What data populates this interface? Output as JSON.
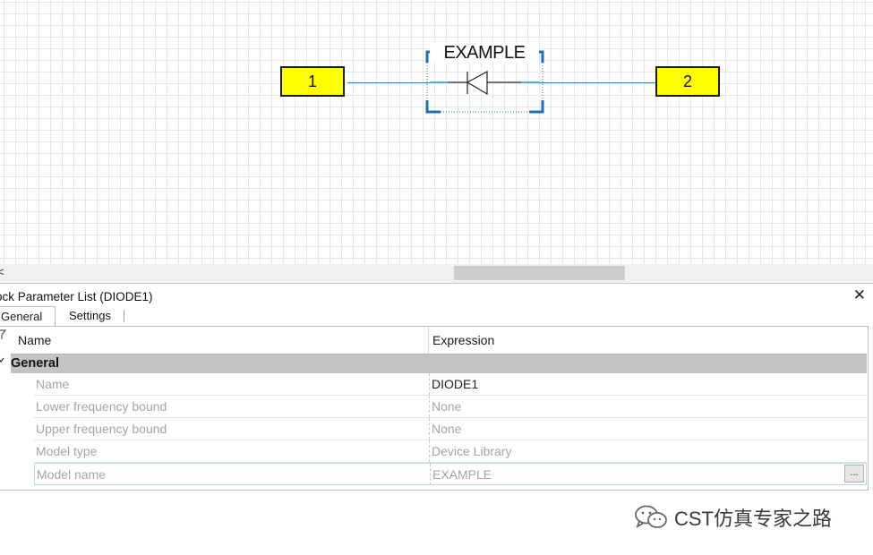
{
  "schematic": {
    "port_left": "1",
    "port_right": "2",
    "block_title": "EXAMPLE"
  },
  "colors": {
    "port_fill": "#ffff00",
    "wire": "#1f8fd1",
    "group_row": "#c3c3c3"
  },
  "panel": {
    "title": "ock Parameter List (DIODE1)",
    "close_glyph": "✕",
    "tabs": [
      {
        "label": "General",
        "active": true
      },
      {
        "label": "Settings",
        "active": false
      }
    ],
    "columns": {
      "name": "Name",
      "expression": "Expression"
    },
    "group": {
      "label": "General"
    },
    "rows": [
      {
        "name": "Name",
        "value": "DIODE1"
      },
      {
        "name": "Lower frequency bound",
        "value": "None"
      },
      {
        "name": "Upper frequency bound",
        "value": "None"
      },
      {
        "name": "Model type",
        "value": "Device Library"
      },
      {
        "name": "Model name",
        "value": "EXAMPLE"
      }
    ],
    "ellipsis_label": "..."
  },
  "watermark": {
    "text": "CST仿真专家之路"
  },
  "icons": {
    "close": "close-icon",
    "filter": "filter-icon",
    "collapse": "chevron-down-icon",
    "watermark": "wechat-icon"
  }
}
